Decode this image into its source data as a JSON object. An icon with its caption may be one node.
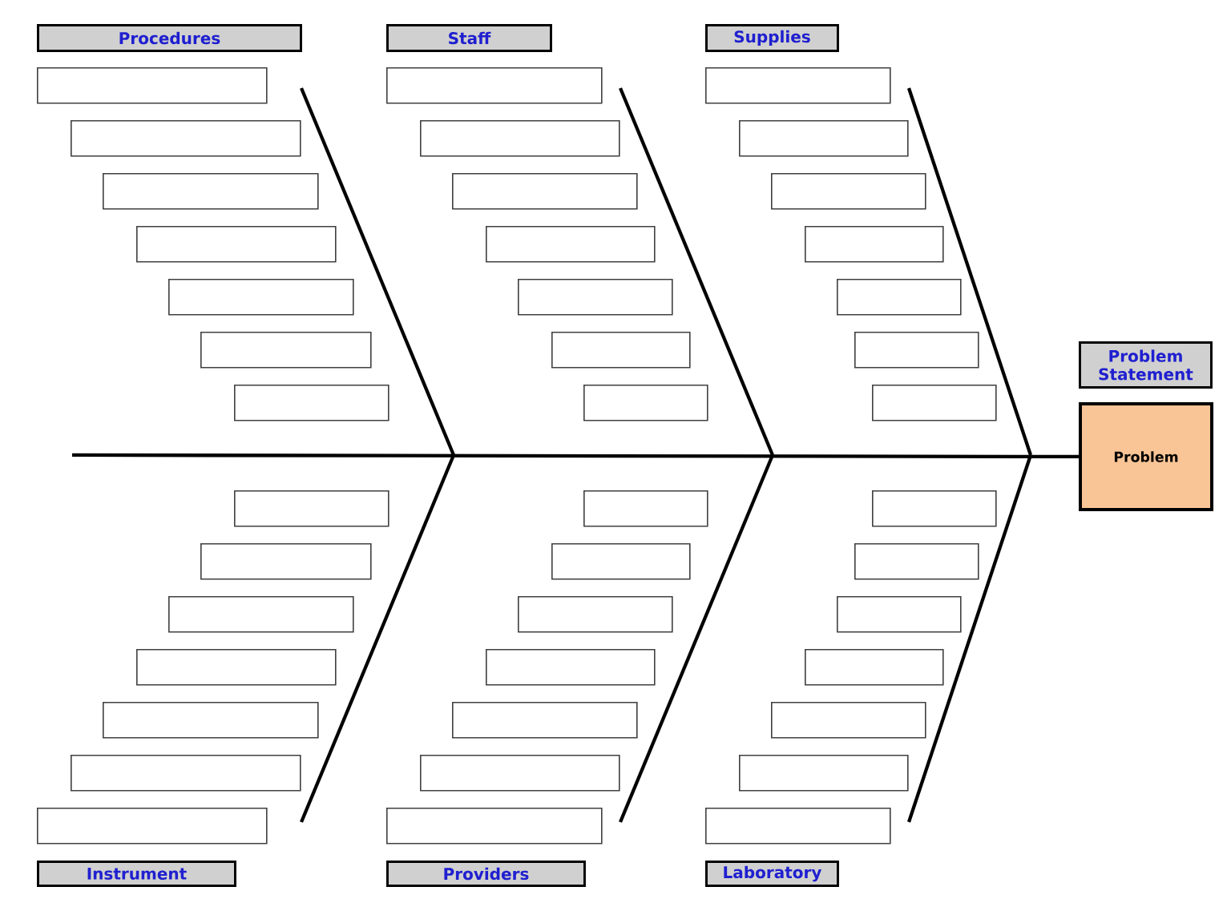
{
  "diagram": {
    "nodes": [
      {
        "text": [
          "Procedures"
        ]
      },
      {
        "text": [],
        "shape": "box"
      },
      {
        "text": [],
        "shape": "box"
      },
      {
        "text": [],
        "shape": "box"
      },
      {
        "text": [],
        "shape": "box"
      },
      {
        "text": [],
        "shape": "box"
      },
      {
        "text": [],
        "shape": "box"
      },
      {
        "text": [],
        "shape": "box"
      },
      {
        "text": [
          "Staff"
        ]
      },
      {
        "text": [],
        "shape": "box"
      },
      {
        "text": [],
        "shape": "box"
      },
      {
        "text": [],
        "shape": "box"
      },
      {
        "text": [],
        "shape": "box"
      },
      {
        "text": [],
        "shape": "box"
      },
      {
        "text": [],
        "shape": "box"
      },
      {
        "text": [],
        "shape": "box"
      },
      {
        "text": [
          "Supplies"
        ]
      },
      {
        "text": [],
        "shape": "box"
      },
      {
        "text": [],
        "shape": "box"
      },
      {
        "text": [],
        "shape": "box"
      },
      {
        "text": [],
        "shape": "box"
      },
      {
        "text": [],
        "shape": "box"
      },
      {
        "text": [],
        "shape": "box"
      },
      {
        "text": [],
        "shape": "box"
      },
      {
        "text": [
          "Problem Statement"
        ]
      },
      {
        "text": [
          "Problem"
        ]
      },
      {
        "text": [],
        "shape": "box"
      },
      {
        "text": [],
        "shape": "box"
      },
      {
        "text": [],
        "shape": "box"
      },
      {
        "text": [],
        "shape": "box"
      },
      {
        "text": [],
        "shape": "box"
      },
      {
        "text": [],
        "shape": "box"
      },
      {
        "text": [],
        "shape": "box"
      },
      {
        "text": [
          "Instrument"
        ]
      },
      {
        "text": [],
        "shape": "box"
      },
      {
        "text": [],
        "shape": "box"
      },
      {
        "text": [],
        "shape": "box"
      },
      {
        "text": [],
        "shape": "box"
      },
      {
        "text": [],
        "shape": "box"
      },
      {
        "text": [],
        "shape": "box"
      },
      {
        "text": [],
        "shape": "box"
      },
      {
        "text": [
          "Providers"
        ]
      },
      {
        "text": [],
        "shape": "box"
      },
      {
        "text": [],
        "shape": "box"
      },
      {
        "text": [],
        "shape": "box"
      },
      {
        "text": [],
        "shape": "box"
      },
      {
        "text": [],
        "shape": "box"
      },
      {
        "text": [],
        "shape": "box"
      },
      {
        "text": [],
        "shape": "box"
      },
      {
        "text": [
          "Laboratory"
        ]
      }
    ],
    "edges": [
      {
        "from": null,
        "to": 25,
        "arrow": "none"
      }
    ]
  }
}
